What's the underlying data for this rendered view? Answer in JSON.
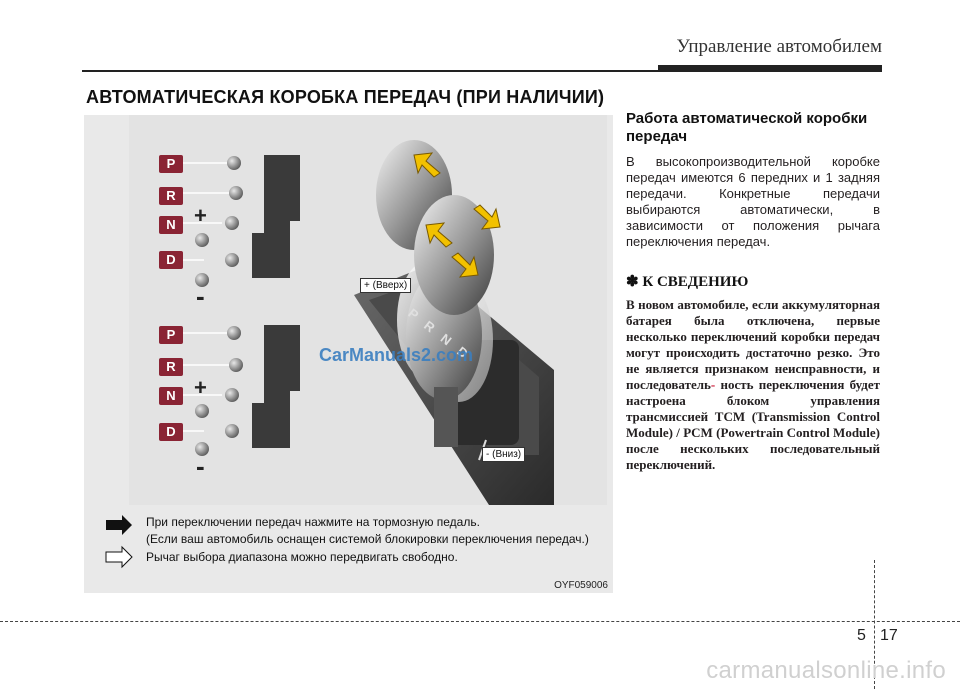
{
  "header": {
    "title": "Управление автомобилем"
  },
  "section": {
    "title": "АВТОМАТИЧЕСКАЯ КОРОБКА ПЕРЕДАЧ (ПРИ НАЛИЧИИ)"
  },
  "figure": {
    "gate_top": {
      "letters": [
        "P",
        "R",
        "N",
        "D"
      ],
      "plus": "+",
      "minus": "-"
    },
    "gate_bottom": {
      "letters": [
        "P",
        "R",
        "N",
        "D"
      ],
      "plus": "+",
      "minus": "-"
    },
    "label_up": "+ (Вверх)",
    "label_down": "- (Вниз)",
    "console_letters": "P R N D",
    "watermark": "CarManuals2.com",
    "legend": {
      "line1": "При переключении передач нажмите на тормозную педаль.",
      "line2": "(Если ваш автомобиль оснащен системой блокировки переключения передач.)",
      "line3": "Рычаг выбора диапазона можно передвигать свободно."
    },
    "code": "OYF059006"
  },
  "right": {
    "subtitle": "Работа автоматической коробки передач",
    "paragraph": "В высокопроизводительной коробке передач имеются 6 передних и 1 задняя передачи. Конкретные передачи выбираются автоматически, в зависимости от положения рычага переключения передач.",
    "note_title": "✽ К СВЕДЕНИЮ",
    "note_text_a": "В новом автомобиле, если аккумуляторная батарея была отключена, первые несколько переключений коробки передач могут происходить достаточно резко. Это не является признаком неисправности, и последователь",
    "note_hyphen": "-",
    "note_text_b": "ность переключения будет настроена блоком управления трансмиссией TCM (Transmission Control Module) / PCM (Powertrain Control Module) после нескольких последовательный переключений."
  },
  "footer": {
    "chapter": "5",
    "page": "17",
    "watermark": "carmanualsonline.info"
  }
}
